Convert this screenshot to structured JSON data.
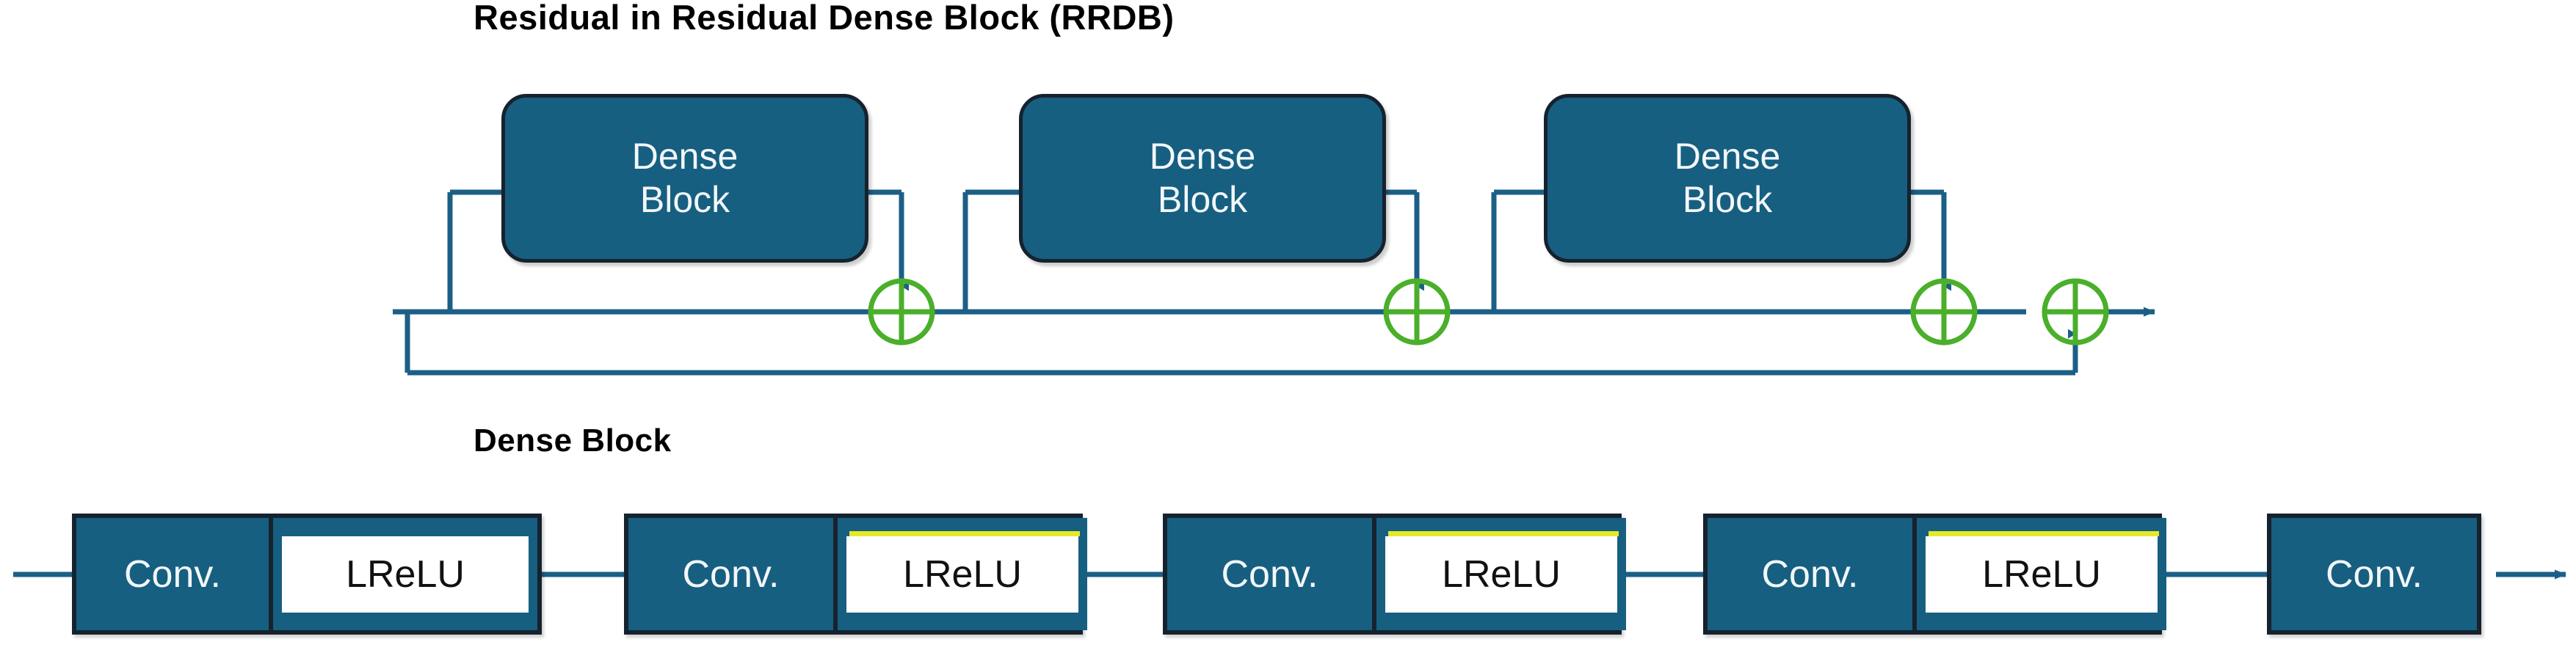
{
  "figure": {
    "background_color": "#ffffff",
    "accent_blue": "#175F80",
    "line_blue": "#1b5f86",
    "plus_green": "#4aaf2a",
    "border_dark": "#16222e",
    "highlight_yellow": "#e8e82a"
  },
  "rrdb": {
    "title": "Residual in Residual Dense Block (RRDB)",
    "blocks": [
      {
        "line1": "Dense",
        "line2": "Block"
      },
      {
        "line1": "Dense",
        "line2": "Block"
      },
      {
        "line1": "Dense",
        "line2": "Block"
      }
    ],
    "operators": [
      {
        "symbol": "plus-circle",
        "name": "add-1"
      },
      {
        "symbol": "plus-circle",
        "name": "add-2"
      },
      {
        "symbol": "plus-circle",
        "name": "add-3"
      },
      {
        "symbol": "plus-circle",
        "name": "add-residual"
      }
    ]
  },
  "dense_block": {
    "title": "Dense Block",
    "units": [
      {
        "conv": "Conv.",
        "act": "LReLU",
        "act_highlight": false
      },
      {
        "conv": "Conv.",
        "act": "LReLU",
        "act_highlight": true
      },
      {
        "conv": "Conv.",
        "act": "LReLU",
        "act_highlight": true
      },
      {
        "conv": "Conv.",
        "act": "LReLU",
        "act_highlight": true
      },
      {
        "conv": "Conv.",
        "act": null,
        "act_highlight": false
      }
    ]
  }
}
